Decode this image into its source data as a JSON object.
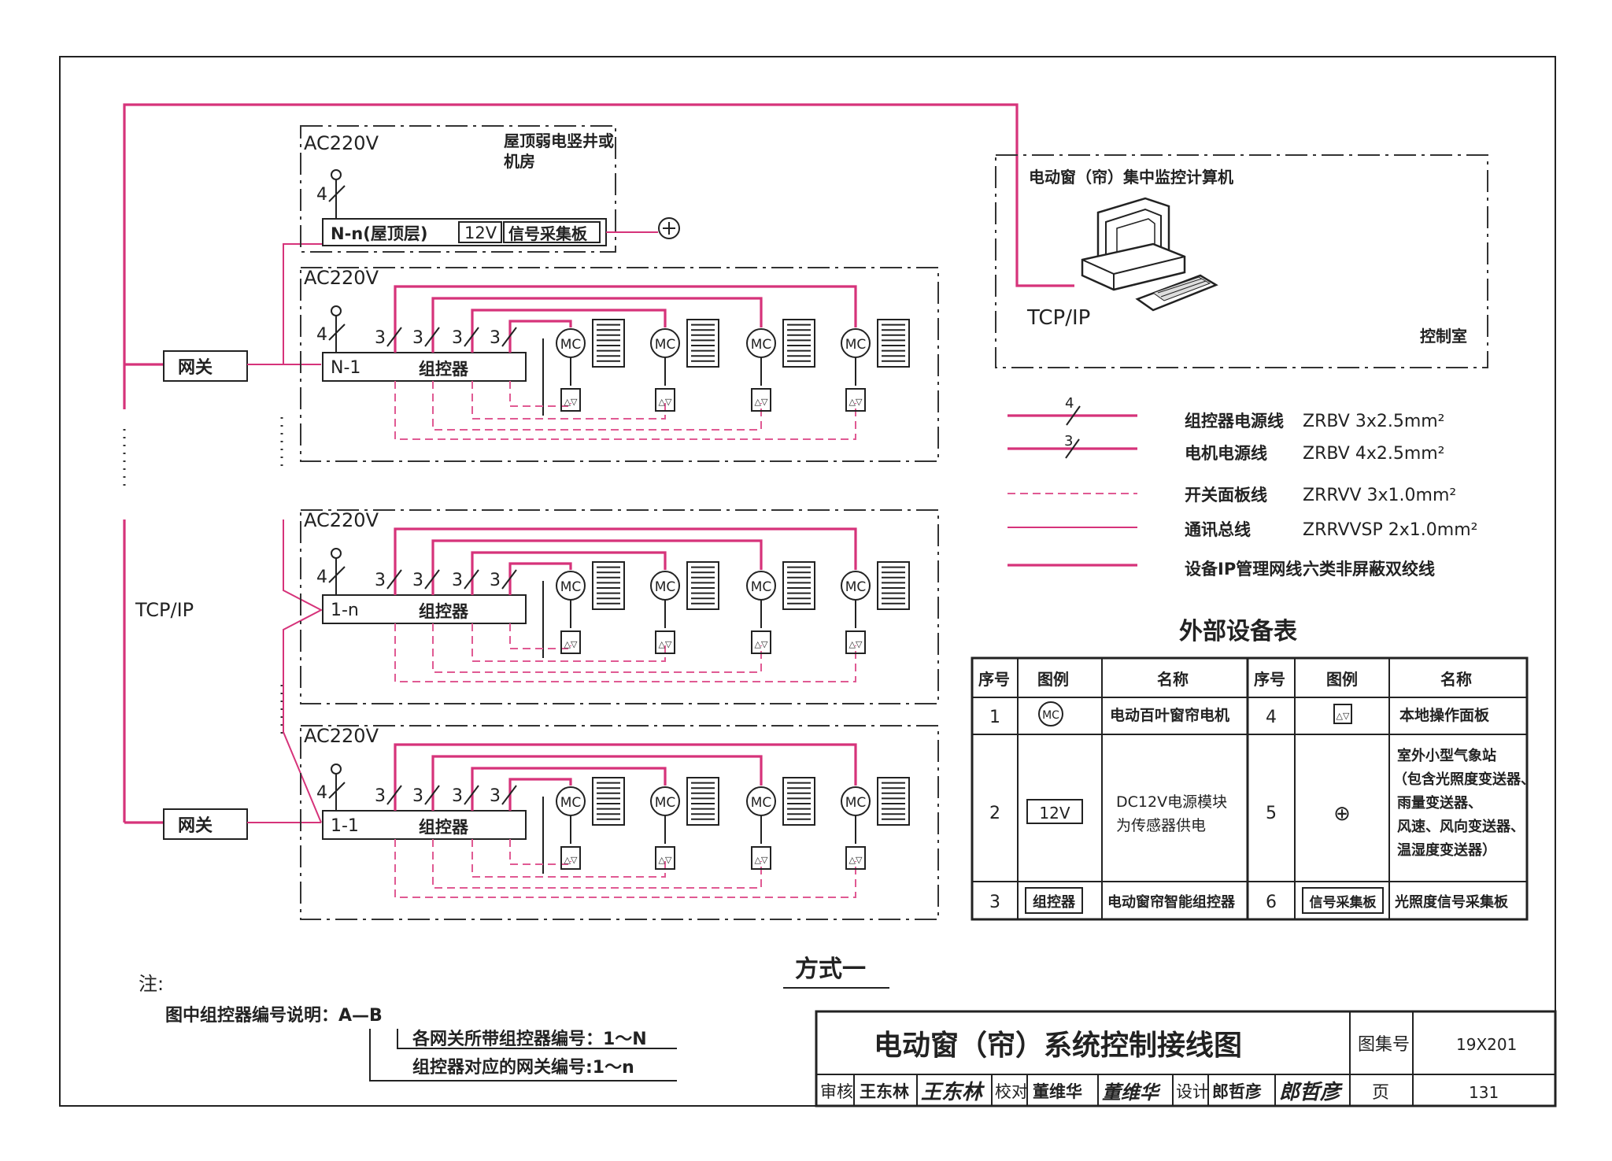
{
  "diagram": {
    "title": "电动窗（帘）系统控制接线图",
    "mode_label": "方式一",
    "rooftop_area_label": "屋顶弱电竖井或\n机房",
    "ac_label": "AC220V",
    "gateway_label": "网关",
    "tcpip_label": "TCP/IP",
    "wire_counts": {
      "power": "4",
      "motor": "3"
    },
    "rooftop_node": "N-n(屋顶层)",
    "rooftop_power": "12V",
    "rooftop_board": "信号采集板",
    "controller_label": "组控器",
    "controller_ids": [
      "N-1",
      "1-n",
      "1-1"
    ],
    "motor_symbol": "MC",
    "panel_symbol": "△▽",
    "control_room": {
      "pc_label": "电动窗（帘）集中监控计算机",
      "network_label": "TCP/IP",
      "room_label": "控制室"
    }
  },
  "legend": [
    {
      "name": "组控器电源线",
      "spec": "ZRBV  3x2.5mm²",
      "mark": "4"
    },
    {
      "name": "电机电源线",
      "spec": "ZRBV  4x2.5mm²",
      "mark": "3"
    },
    {
      "name": "开关面板线",
      "spec": "ZRRVV  3x1.0mm²",
      "mark": ""
    },
    {
      "name": "通讯总线",
      "spec": "ZRRVVSP  2x1.0mm²",
      "mark": ""
    },
    {
      "name": "设备IP管理网线",
      "spec": "六类非屏蔽双绞线",
      "mark": ""
    }
  ],
  "equipment_table": {
    "title": "外部设备表",
    "headers": [
      "序号",
      "图例",
      "名称",
      "序号",
      "图例",
      "名称"
    ],
    "rows": [
      {
        "n1": "1",
        "sym1": "MC",
        "name1": "电动百叶窗帘电机",
        "n2": "4",
        "sym2": "△▽",
        "name2": "本地操作面板"
      },
      {
        "n1": "2",
        "sym1": "12V",
        "name1": "DC12V电源模块\n为传感器供电",
        "n2": "5",
        "sym2": "⊕",
        "name2": "室外小型气象站\n（包含光照度变送器、\n雨量变送器、\n风速、风向变送器、\n温湿度变送器）"
      },
      {
        "n1": "3",
        "sym1": "组控器",
        "name1": "电动窗帘智能组控器",
        "n2": "6",
        "sym2": "信号采集板",
        "name2": "光照度信号采集板"
      }
    ]
  },
  "notes": {
    "heading": "注:",
    "line1": "图中组控器编号说明：A—B",
    "sub1": "各网关所带组控器编号：1～N",
    "sub2": "组控器对应的网关编号:1～n"
  },
  "title_block": {
    "atlas_label": "图集号",
    "atlas_no": "19X201",
    "page_label": "页",
    "page_no": "131",
    "roles": [
      "审核",
      "校对",
      "设计"
    ],
    "names": [
      "王东林",
      "董维华",
      "郎哲彦"
    ],
    "signatures": [
      "王东林",
      "董维华",
      "郎哲彦"
    ]
  }
}
